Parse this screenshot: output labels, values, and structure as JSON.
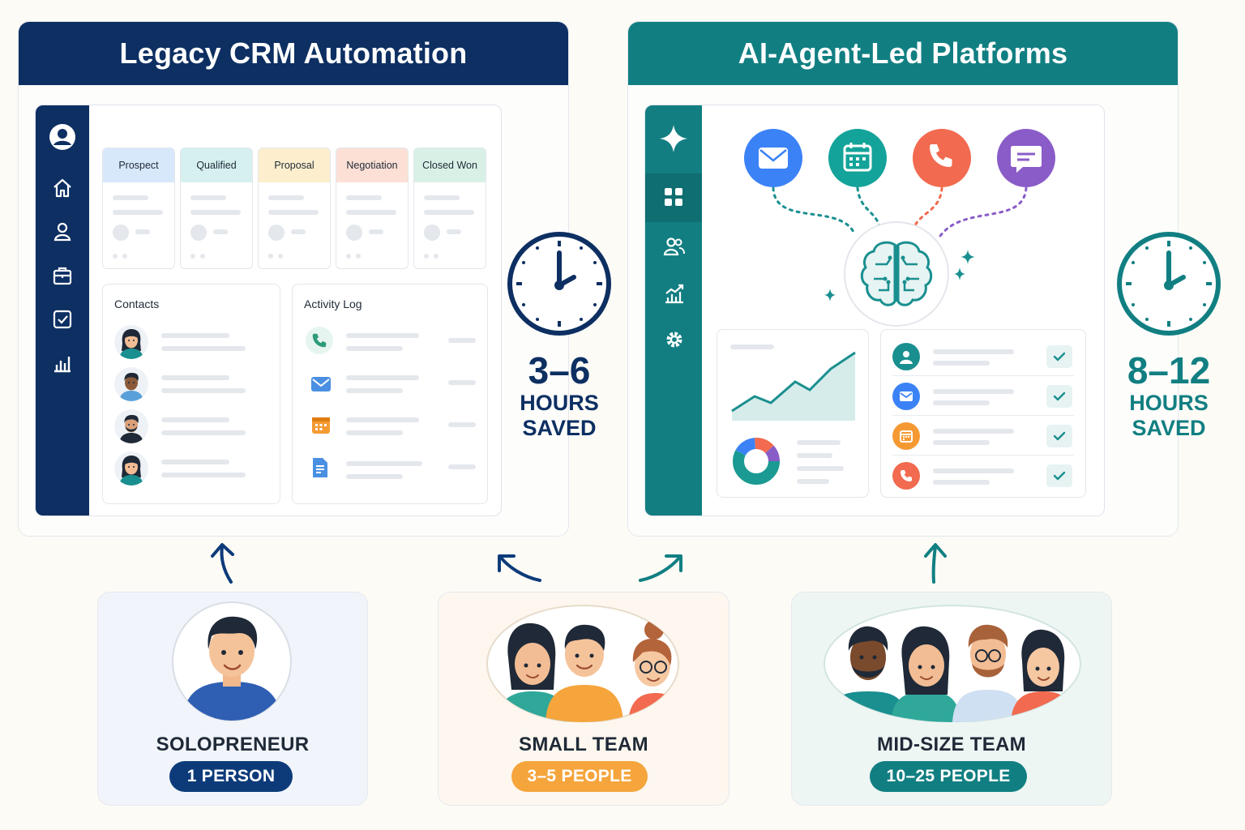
{
  "legacy": {
    "title": "Legacy CRM Automation",
    "stages": [
      "Prospect",
      "Qualified",
      "Proposal",
      "Negotiation",
      "Closed Won"
    ],
    "stage_colors": [
      "#d8e8fb",
      "#d5f0ee",
      "#fdefcd",
      "#fde0d5",
      "#d9f0e6"
    ],
    "contacts_title": "Contacts",
    "activity_title": "Activity Log",
    "hours_value": "3–6",
    "hours_line1": "HOURS",
    "hours_line2": "SAVED",
    "accent": "#0d2f62"
  },
  "ai": {
    "title": "AI-Agent-Led Platforms",
    "channel_icons": [
      "mail-icon",
      "calendar-icon",
      "phone-icon",
      "chat-icon"
    ],
    "channel_colors": [
      "#3b82f6",
      "#14a39a",
      "#f26a4f",
      "#8a5cc8"
    ],
    "hours_value": "8–12",
    "hours_line1": "HOURS",
    "hours_line2": "SAVED",
    "accent": "#117f82"
  },
  "personas": [
    {
      "label": "SOLOPRENEUR",
      "pill": "1 PERSON",
      "pill_color": "#0d3b7a"
    },
    {
      "label": "SMALL TEAM",
      "pill": "3–5 PEOPLE",
      "pill_color": "#f5a53c"
    },
    {
      "label": "MID-SIZE TEAM",
      "pill": "10–25 PEOPLE",
      "pill_color": "#117f82"
    }
  ]
}
